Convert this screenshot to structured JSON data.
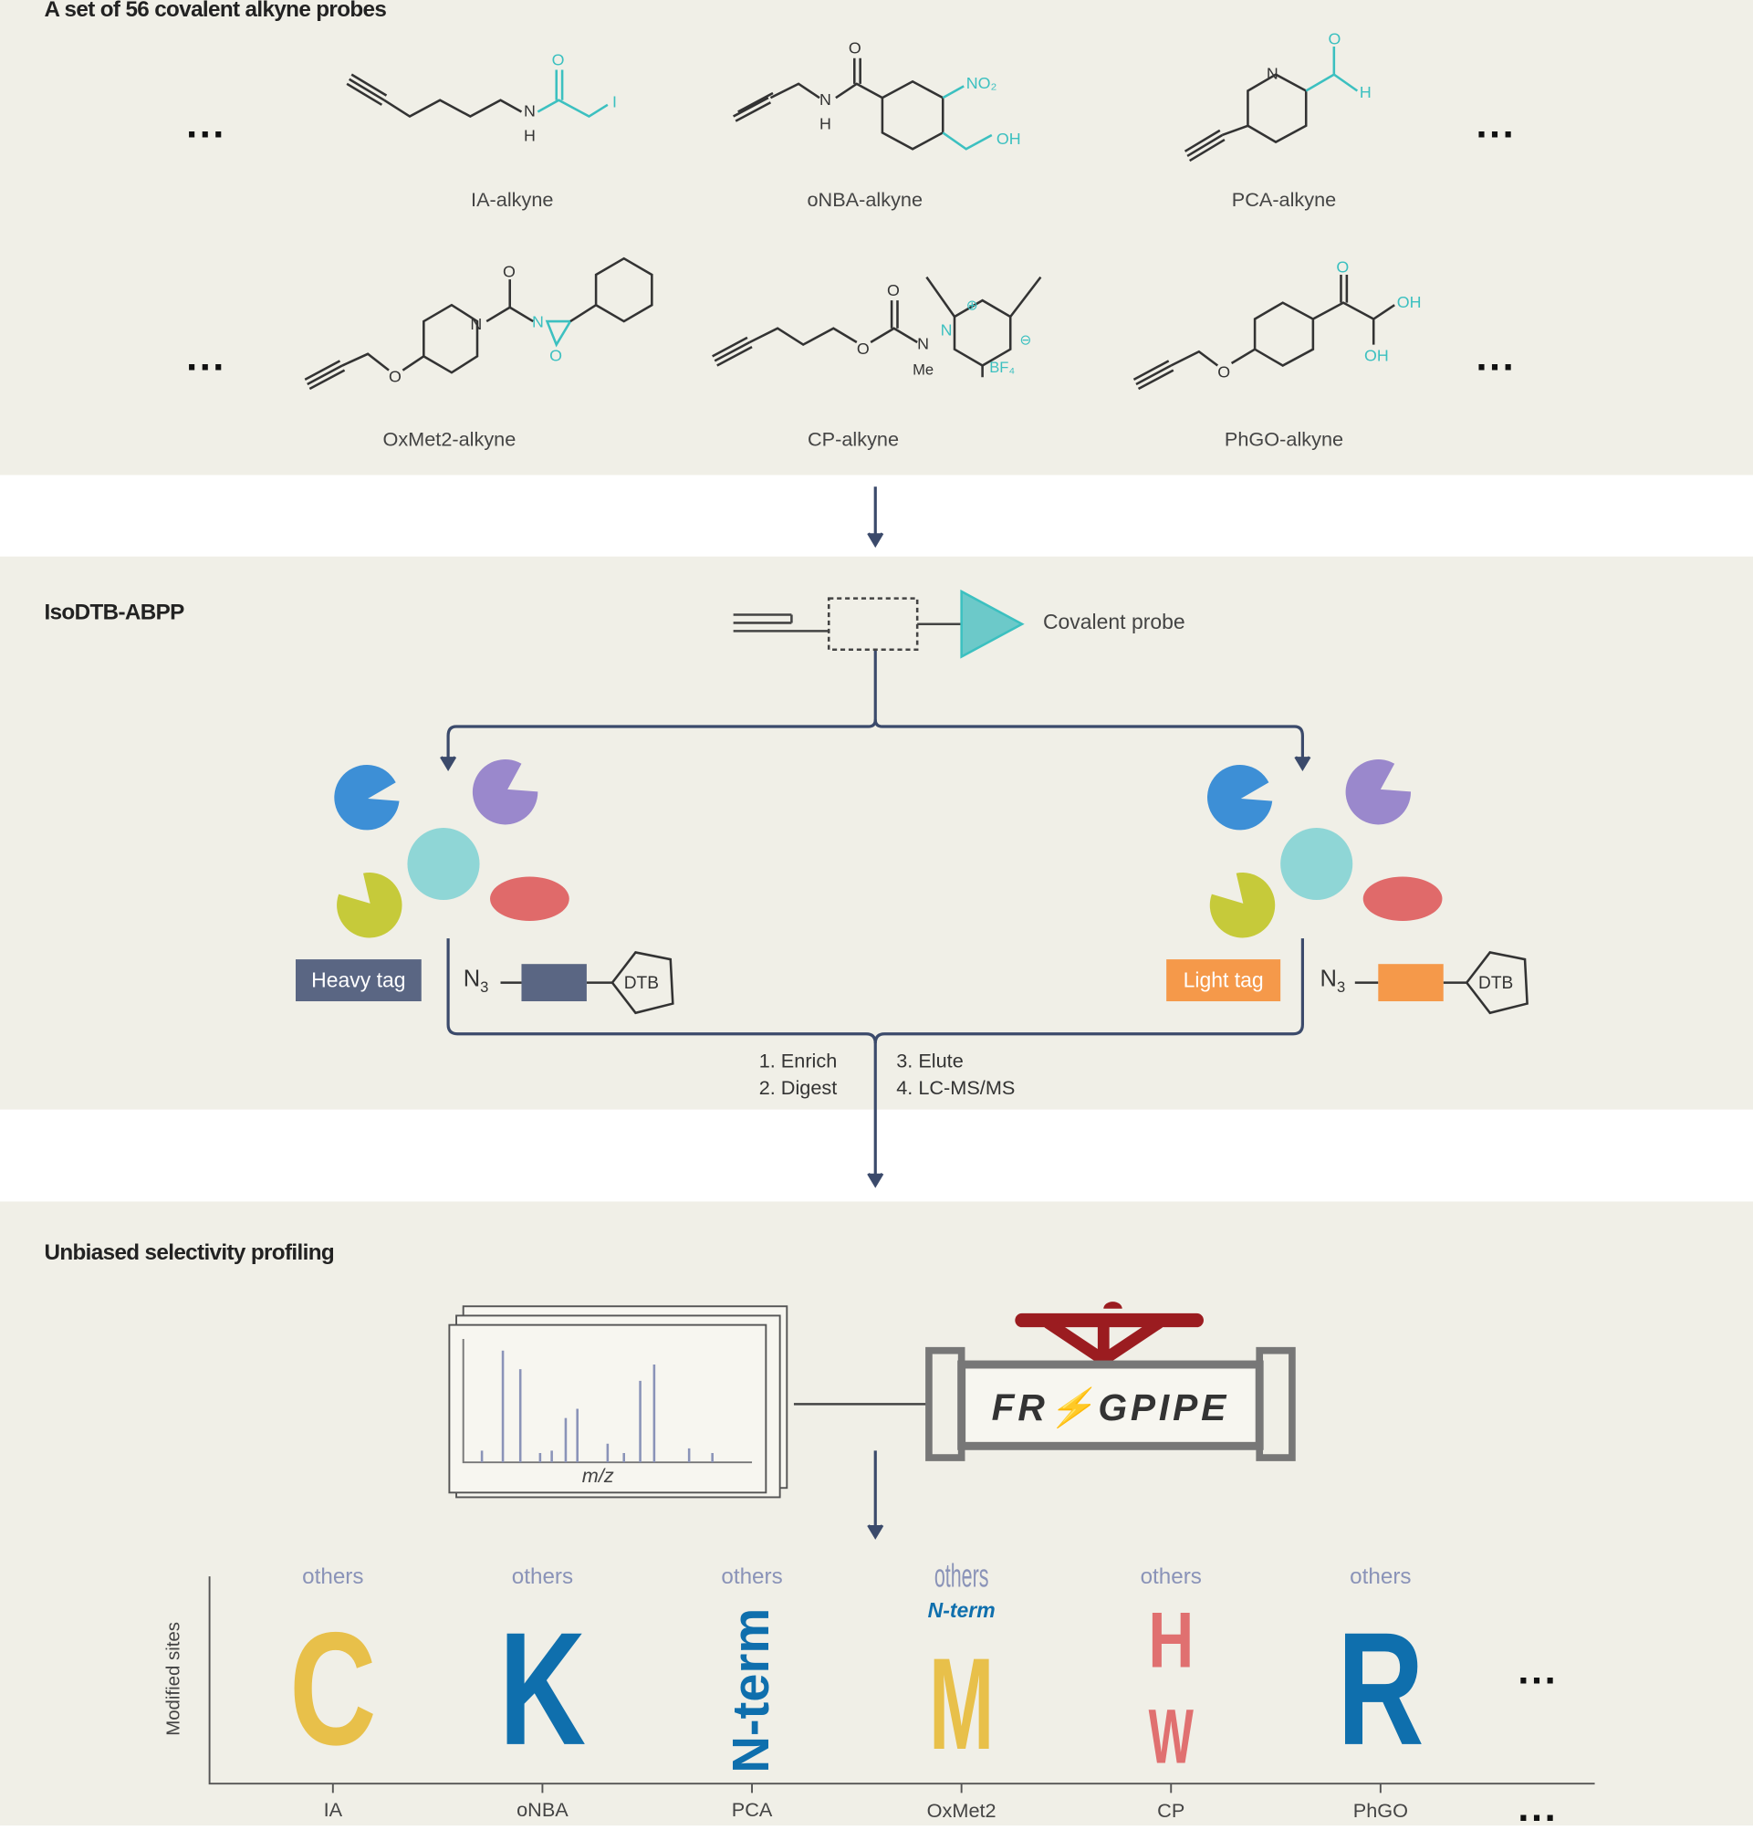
{
  "panel_a": {
    "title": "A set of 56 covalent alkyne probes",
    "ellipsis": "...",
    "probes": [
      "IA-alkyne",
      "oNBA-alkyne",
      "PCA-alkyne",
      "OxMet2-alkyne",
      "CP-alkyne",
      "PhGO-alkyne"
    ]
  },
  "panel_b": {
    "title": "IsoDTB-ABPP",
    "covalent_probe": "Covalent probe",
    "heavy_tag": "Heavy tag",
    "light_tag": "Light tag",
    "n3": "N3",
    "dtb": "DTB",
    "steps_left": [
      "1. Enrich",
      "2. Digest"
    ],
    "steps_right": [
      "3. Elute",
      "4. LC-MS/MS"
    ]
  },
  "panel_c": {
    "title": "Unbiased selectivity profiling",
    "spectrum_axis": "m/z",
    "logo_text": "FRAGPIPE",
    "y_axis_label": "Modified sites",
    "ellipsis": "...",
    "probes": [
      {
        "name": "IA",
        "others": "others",
        "residue": "C"
      },
      {
        "name": "oNBA",
        "others": "others",
        "residue": "K"
      },
      {
        "name": "PCA",
        "others": "others",
        "residue": "N-term"
      },
      {
        "name": "OxMet2",
        "others": "others",
        "second": "N-term",
        "residue": "M"
      },
      {
        "name": "CP",
        "others": "others",
        "residue": "W",
        "top": "H"
      },
      {
        "name": "PhGO",
        "others": "others",
        "residue": "R"
      }
    ]
  },
  "colors": {
    "bg": "#f0efe7",
    "teal": "#3cc0c0",
    "navy": "#3b4a6b",
    "heavy": "#5a6683",
    "light": "#f5994a",
    "yellow": "#e8c04a",
    "blue": "#0f6fad",
    "red": "#e07070"
  }
}
